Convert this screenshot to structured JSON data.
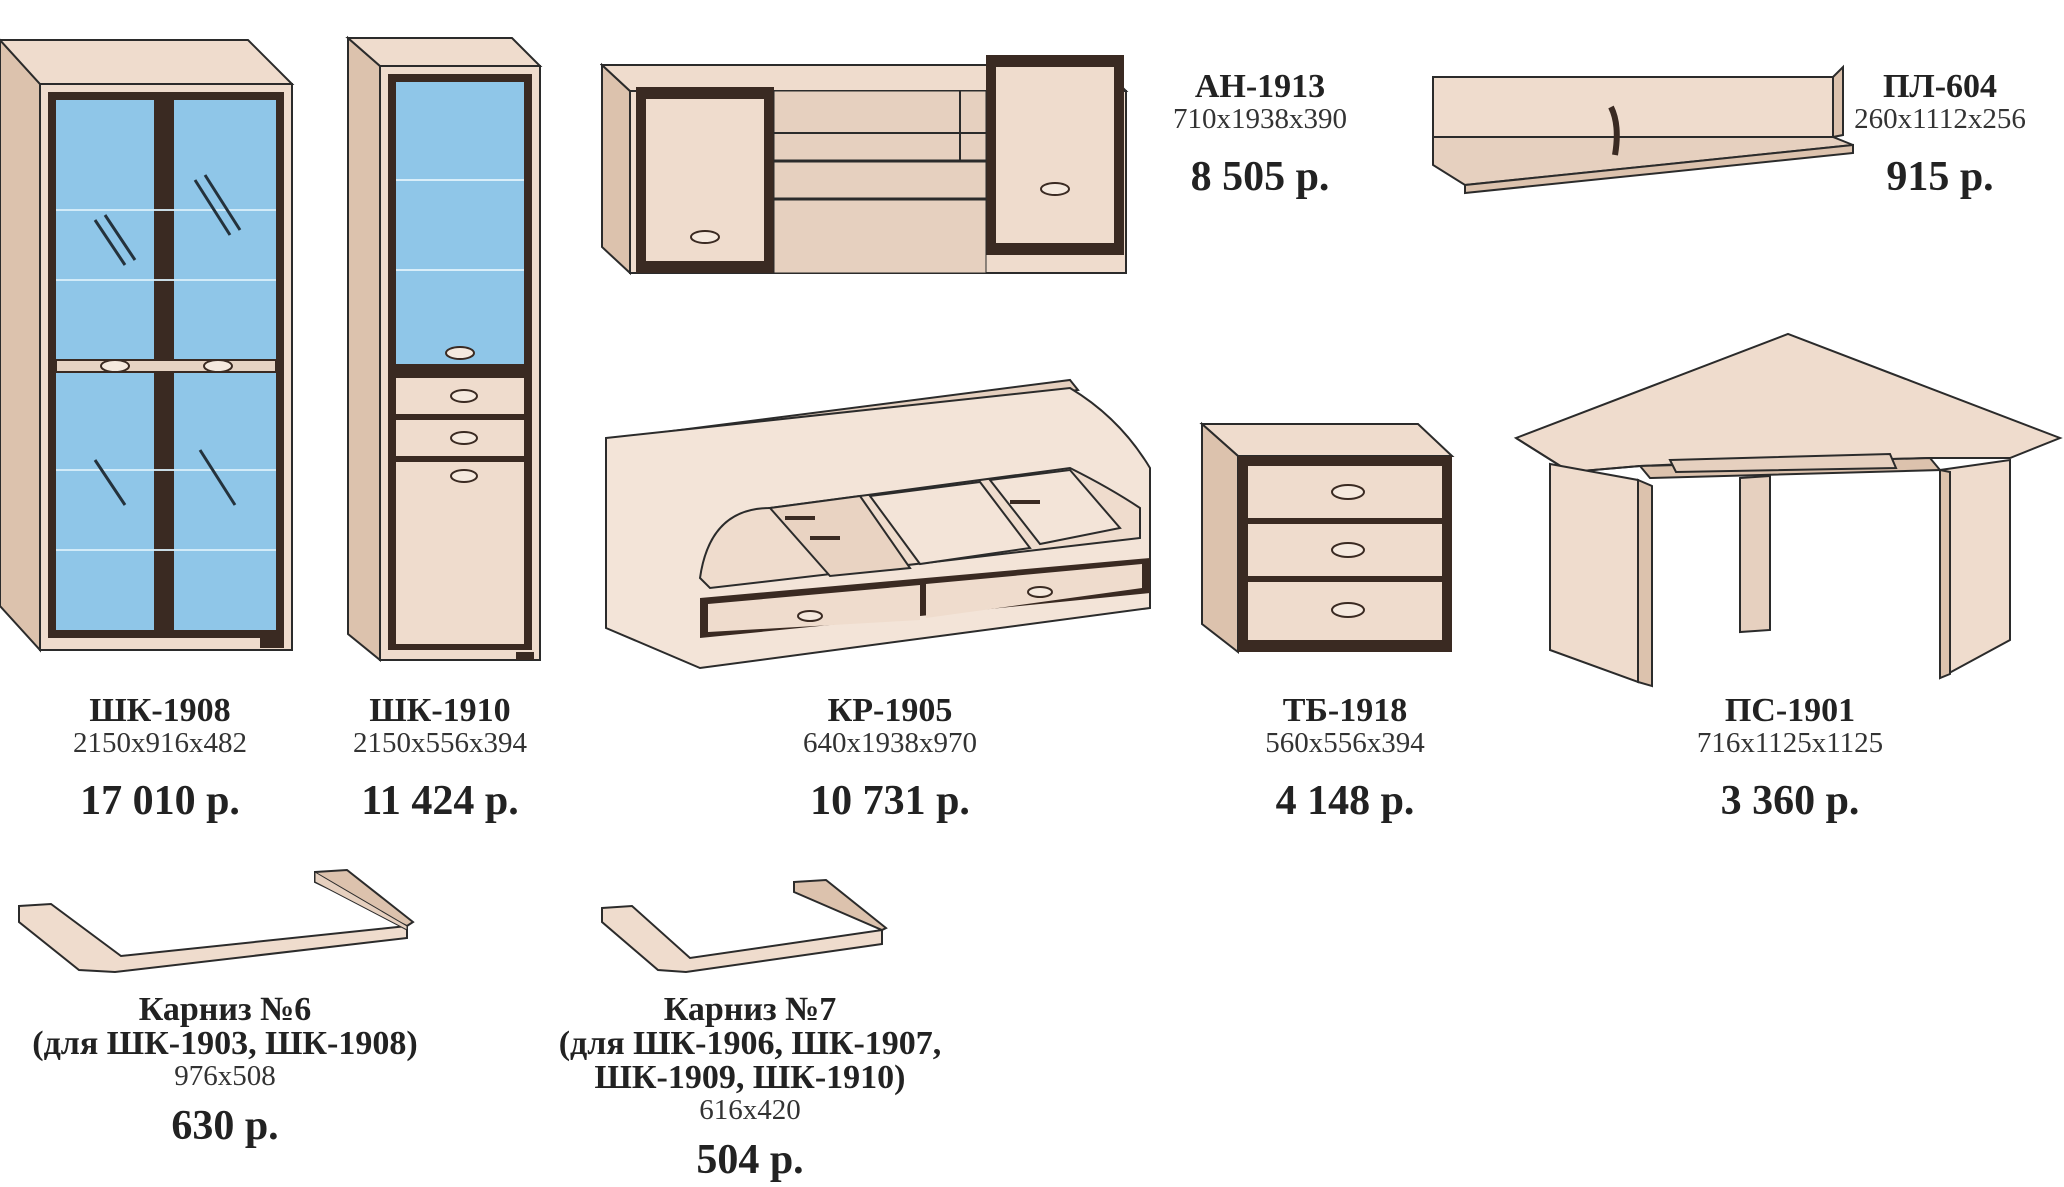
{
  "items": [
    {
      "code": "ШК-1908",
      "dims": "2150x916x482",
      "price": "17 010 р."
    },
    {
      "code": "ШК-1910",
      "dims": "2150x556x394",
      "price": "11 424 р."
    },
    {
      "code": "АН-1913",
      "dims": "710x1938x390",
      "price": "8 505 р."
    },
    {
      "code": "ПЛ-604",
      "dims": "260x1112x256",
      "price": "915 р."
    },
    {
      "code": "КР-1905",
      "dims": "640x1938x970",
      "price": "10 731 р."
    },
    {
      "code": "ТБ-1918",
      "dims": "560x556x394",
      "price": "4 148 р."
    },
    {
      "code": "ПС-1901",
      "dims": "716x1125x1125",
      "price": "3 360 р."
    }
  ],
  "cornices": [
    {
      "title": "Карниз №6",
      "lines": [
        "(для ШК-1903, ШК-1908)"
      ],
      "dims": "976x508",
      "price": "630 р."
    },
    {
      "title": "Карниз №7",
      "lines": [
        "(для ШК-1906, ШК-1907,",
        "ШК-1909, ШК-1910)"
      ],
      "dims": "616x420",
      "price": "504 р."
    }
  ],
  "colors": {
    "wood": "#efdccd",
    "wood_dark": "#dcc2ad",
    "frame": "#3a2a22",
    "glass": "#8fc6e8",
    "outline": "#2b2b2b"
  }
}
